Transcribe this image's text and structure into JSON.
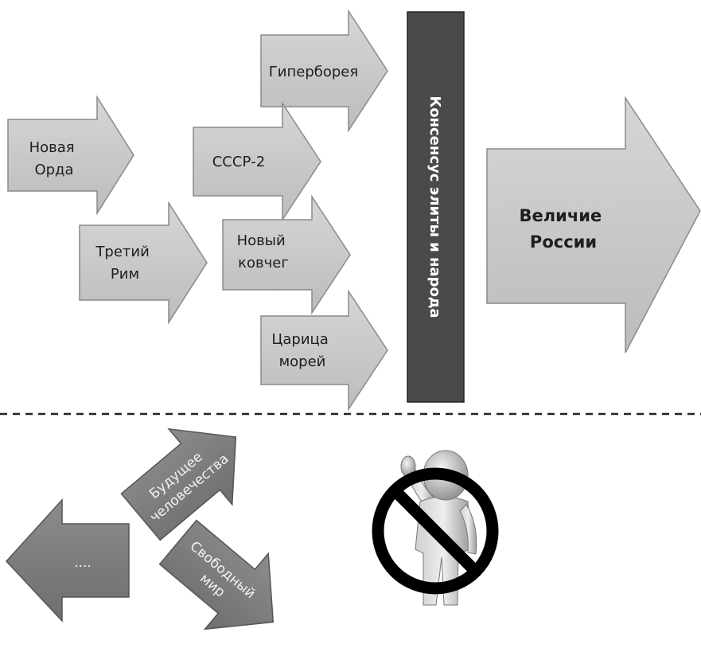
{
  "strategies": {
    "novaya_orda": [
      "Новая",
      "Орда"
    ],
    "tretiy_rim": [
      "Третий",
      "Рим"
    ],
    "giperboreya": [
      "Гиперборея"
    ],
    "sssr2": [
      "СССР-2"
    ],
    "novyy_kovcheg": [
      "Новый",
      "ковчег"
    ],
    "tsaritsa_morey": [
      "Царица",
      "морей"
    ]
  },
  "consensus_bar": "Консенсус элиты и народа",
  "goal": [
    "Величие",
    "России"
  ],
  "rejected": {
    "future_of_humanity": [
      "Будущее",
      "человечества"
    ],
    "free_world": [
      "Свободный",
      "мир"
    ],
    "ellipsis": "...."
  },
  "colors": {
    "arrow_fill": "#c8c8c8",
    "arrow_stroke": "#8a8a8a",
    "bar_fill": "#4a4a4a",
    "rejected_arrow_fill": "#808080",
    "prohibition": "#000000"
  }
}
